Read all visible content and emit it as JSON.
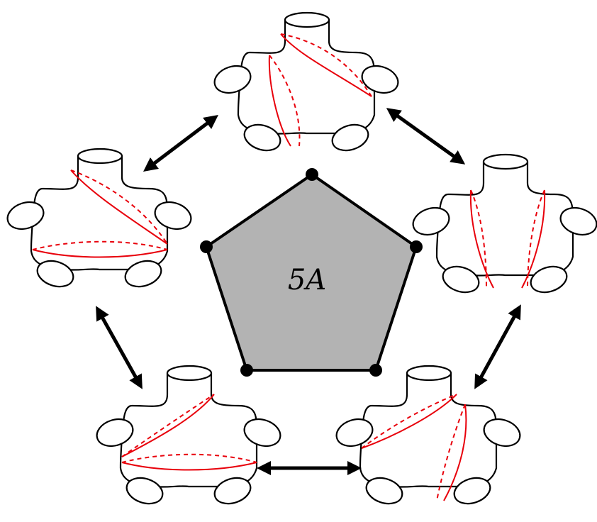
{
  "center": {
    "label": "5A",
    "fill_color": "#b3b3b3",
    "vertex_color": "#000000"
  },
  "colors": {
    "outline": "#000000",
    "curve": "#e8000b",
    "arrow": "#000000"
  },
  "surfaces": [
    {
      "name": "surface-top"
    },
    {
      "name": "surface-left"
    },
    {
      "name": "surface-right"
    },
    {
      "name": "surface-bottom-left"
    },
    {
      "name": "surface-bottom-right"
    }
  ],
  "arrows": [
    {
      "name": "arrow-top-left"
    },
    {
      "name": "arrow-top-right"
    },
    {
      "name": "arrow-left-bottom"
    },
    {
      "name": "arrow-right-bottom"
    },
    {
      "name": "arrow-bottom"
    }
  ]
}
